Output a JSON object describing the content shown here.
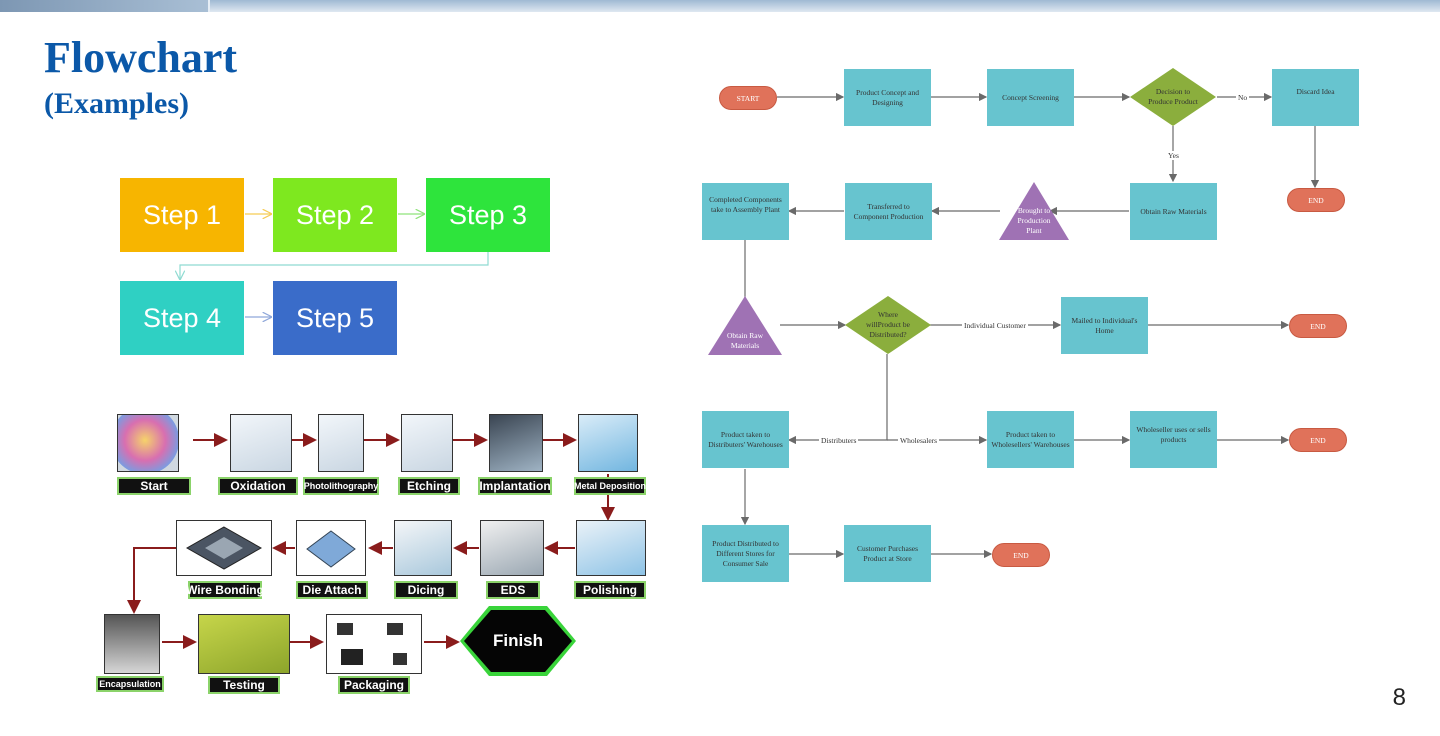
{
  "slide": {
    "title": "Flowchart",
    "subtitle": "(Examples)",
    "page_number": "8"
  },
  "steps": [
    "Step 1",
    "Step 2",
    "Step 3",
    "Step 4",
    "Step 5"
  ],
  "step_colors": [
    "#f7b500",
    "#7ee81f",
    "#2ee43c",
    "#2fd0c3",
    "#3a6cc9"
  ],
  "process": {
    "labels": [
      "Start",
      "Oxidation",
      "Photolithography",
      "Etching",
      "Implantation",
      "Metal Deposition",
      "Polishing",
      "EDS",
      "Dicing",
      "Die Attach",
      "Wire Bonding",
      "Encapsulation",
      "Testing",
      "Packaging"
    ],
    "finish": "Finish"
  },
  "product_flow": {
    "start": "START",
    "concept": "Product Concept and Designing",
    "screening": "Concept Screening",
    "decision_produce": "Decision to Produce Product",
    "no_label": "No",
    "discard": "Discard Idea",
    "end": "END",
    "yes_label": "Yes",
    "raw_materials": "Obtain Raw Materials",
    "brought": "Brought to Production Plant",
    "transferred": "Transferred to Component Production",
    "completed": "Completed Components take to Assembly Plant",
    "obtain_raw": "Obtain Raw Materials",
    "where_distributed": "Where willProduct be Distributed?",
    "individual_customer": "Individual Customer",
    "mailed": "Mailed to Individual's Home",
    "distributers_label": "Distributers",
    "wholesalers_label": "Wholesalers",
    "to_distributers": "Product taken to Distributers' Warehouses",
    "to_wholesellers": "Product taken to Wholesellers' Warehouses",
    "wholeseller_uses": "Wholeseller uses or sells products",
    "distributed_stores": "Product Distributed to Different Stores for Consumer Sale",
    "customer_purchases": "Customer Purchases Product at Store"
  }
}
